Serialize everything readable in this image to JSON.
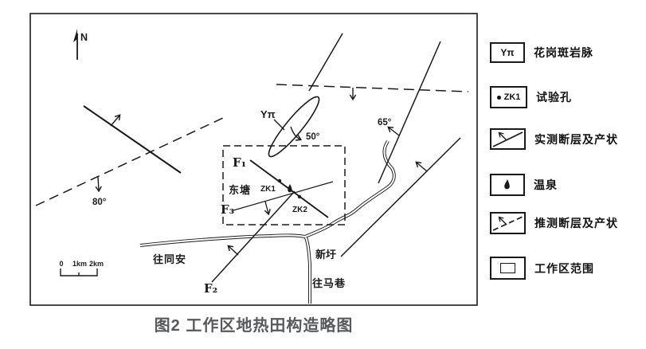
{
  "caption": "图2 工作区地热田构造略图",
  "colors": {
    "line": "#1a1a1a",
    "caption_text": "#58595b",
    "background": "#ffffff"
  },
  "map": {
    "north_label": "N",
    "scale_bar": {
      "zero": "0",
      "one_km": "1km",
      "two_km": "2km"
    },
    "labels": {
      "granite_dike": "Yπ",
      "dip_50": "50°",
      "dip_65": "65°",
      "dip_80": "80°",
      "fault_f1": "F₁",
      "fault_f2": "F₂",
      "fault_f3": "F₃",
      "borehole_zk1": "ZK1",
      "borehole_zk2": "ZK2",
      "place_dongtang": "东塘",
      "place_xinxu": "新圩",
      "road_to_tongan": "往同安",
      "road_to_maxiang": "往马巷"
    }
  },
  "legend": {
    "items": [
      {
        "id": "granite-porphyry-dike",
        "symbol_text": "Yπ",
        "label": "花岗斑岩脉"
      },
      {
        "id": "test-hole",
        "symbol_text": "ZK1",
        "label": "试验孔"
      },
      {
        "id": "measured-fault",
        "label": "实测断层及产状"
      },
      {
        "id": "hot-spring",
        "label": "温泉"
      },
      {
        "id": "inferred-fault",
        "label": "推测断层及产状"
      },
      {
        "id": "work-area",
        "label": "工作区范围"
      }
    ]
  }
}
